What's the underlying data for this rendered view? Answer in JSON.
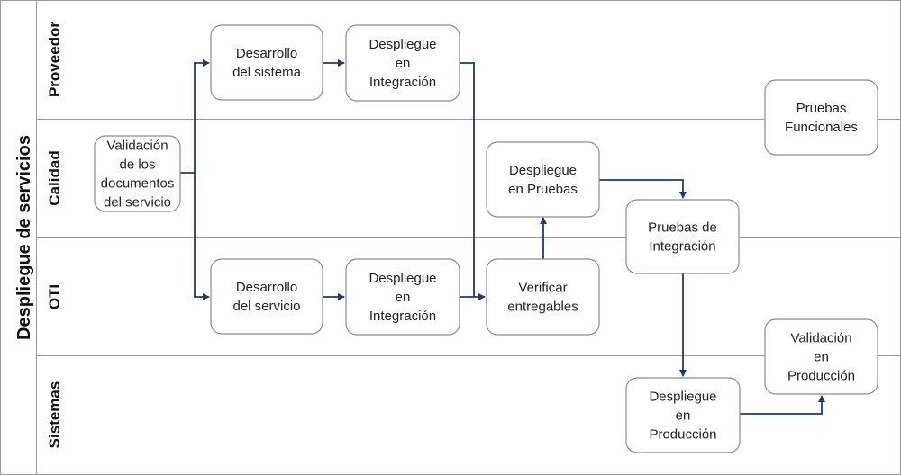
{
  "pool": {
    "title": "Despliegue de servicios"
  },
  "lanes": [
    {
      "id": "proveedor",
      "label": "Proveedor"
    },
    {
      "id": "calidad",
      "label": "Calidad"
    },
    {
      "id": "oti",
      "label": "OTI"
    },
    {
      "id": "sistemas",
      "label": "Sistemas"
    }
  ],
  "nodes": [
    {
      "id": "validacion-docs",
      "lines": [
        "Validación",
        "de los",
        "documentos",
        "del servicio"
      ]
    },
    {
      "id": "desarrollo-sistema",
      "lines": [
        "Desarrollo",
        "del sistema"
      ]
    },
    {
      "id": "despliegue-integracion-prov",
      "lines": [
        "Despliegue",
        "en",
        "Integración"
      ]
    },
    {
      "id": "pruebas-funcionales",
      "lines": [
        "Pruebas",
        "Funcionales"
      ]
    },
    {
      "id": "desarrollo-servicio",
      "lines": [
        "Desarrollo",
        "del servicio"
      ]
    },
    {
      "id": "despliegue-integracion-oti",
      "lines": [
        "Despliegue",
        "en",
        "Integración"
      ]
    },
    {
      "id": "verificar-entregables",
      "lines": [
        "Verificar",
        "entregables"
      ]
    },
    {
      "id": "despliegue-pruebas",
      "lines": [
        "Despliegue",
        "en Pruebas"
      ]
    },
    {
      "id": "pruebas-integracion",
      "lines": [
        "Pruebas de",
        "Integración"
      ]
    },
    {
      "id": "despliegue-produccion",
      "lines": [
        "Despliegue",
        "en",
        "Producción"
      ]
    },
    {
      "id": "validacion-produccion",
      "lines": [
        "Validación",
        "en",
        "Producción"
      ]
    }
  ],
  "edges": [
    {
      "from": "validacion-docs",
      "to": "desarrollo-sistema"
    },
    {
      "from": "validacion-docs",
      "to": "desarrollo-servicio"
    },
    {
      "from": "desarrollo-sistema",
      "to": "despliegue-integracion-prov"
    },
    {
      "from": "despliegue-integracion-prov",
      "to": "verificar-entregables"
    },
    {
      "from": "desarrollo-servicio",
      "to": "despliegue-integracion-oti"
    },
    {
      "from": "despliegue-integracion-oti",
      "to": "verificar-entregables"
    },
    {
      "from": "verificar-entregables",
      "to": "despliegue-pruebas"
    },
    {
      "from": "despliegue-pruebas",
      "to": "pruebas-integracion"
    },
    {
      "from": "pruebas-integracion",
      "to": "despliegue-produccion"
    },
    {
      "from": "despliegue-produccion",
      "to": "validacion-produccion"
    }
  ],
  "colors": {
    "connector": "#1f3a6e",
    "box_border": "#8c8c8c",
    "lane_border": "#9a9a9a"
  }
}
